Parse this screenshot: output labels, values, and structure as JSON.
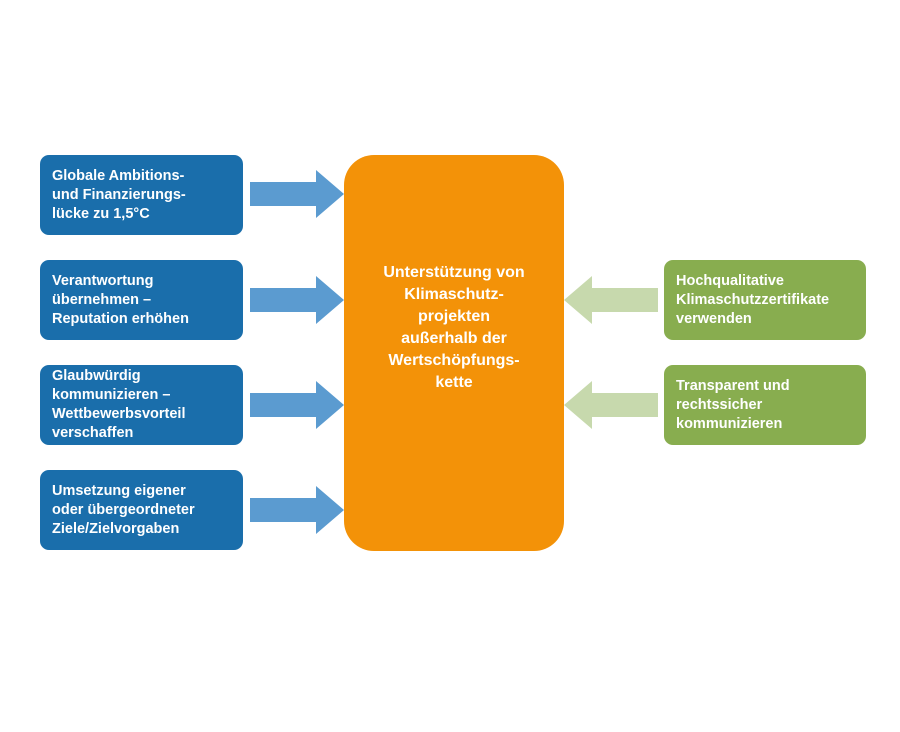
{
  "center": {
    "text": "Unterstützung von\nKlimaschutz-\nprojekten\naußerhalb der\nWertschöpfungs-\nkette"
  },
  "left_boxes": [
    {
      "text": "Globale Ambitions-\nund Finanzierungs-\nlücke zu 1,5°C"
    },
    {
      "text": "Verantwortung\nübernehmen –\nReputation erhöhen"
    },
    {
      "text": "Glaubwürdig\nkommunizieren –\nWettbewerbsvorteil\nverschaffen"
    },
    {
      "text": "Umsetzung eigener\noder übergeordneter\nZiele/Zielvorgaben"
    }
  ],
  "right_boxes": [
    {
      "text": "Hochqualitative\nKlimaschutzzertifikate\nverwenden"
    },
    {
      "text": "Transparent und\nrechtssicher\nkommunizieren"
    }
  ],
  "colors": {
    "left_box": "#1a6eab",
    "left_arrow": "#5b9bd0",
    "center": "#f39208",
    "right_box": "#88ad4f",
    "right_arrow": "#c7d9ad"
  }
}
